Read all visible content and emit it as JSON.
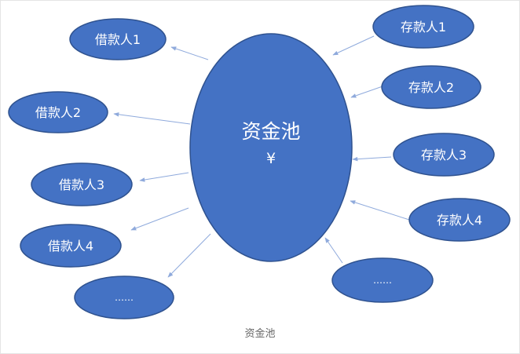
{
  "colors": {
    "node_fill": "#4472C4",
    "node_stroke": "#2F528F",
    "arrow": "#8FAADC",
    "node_text": "#ffffff",
    "caption_text": "#666666"
  },
  "diagram": {
    "center": {
      "title": "资金池",
      "symbol": "¥"
    },
    "borrowers": [
      "借款人1",
      "借款人2",
      "借款人3",
      "借款人4",
      "……"
    ],
    "depositors": [
      "存款人1",
      "存款人2",
      "存款人3",
      "存款人4",
      "……"
    ]
  },
  "caption": "资金池"
}
